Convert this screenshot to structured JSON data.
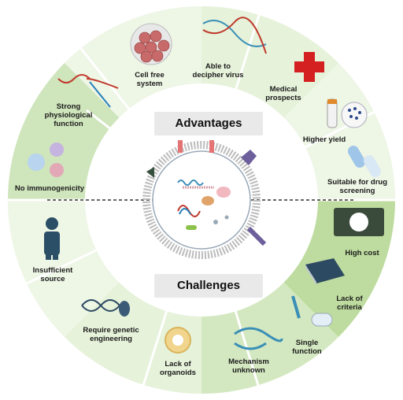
{
  "center": {
    "advantages_title": "Advantages",
    "challenges_title": "Challenges"
  },
  "advantages": [
    {
      "id": "cell-free",
      "label": "Cell free\nsystem"
    },
    {
      "id": "decipher",
      "label": "Able to\ndecipher virus"
    },
    {
      "id": "medical",
      "label": "Medical\nprospects"
    },
    {
      "id": "yield",
      "label": "Higher yield"
    },
    {
      "id": "drug",
      "label": "Suitable for drug\nscreening"
    },
    {
      "id": "physio",
      "label": "Strong\nphysiological\nfunction"
    },
    {
      "id": "immuno",
      "label": "No immunogenicity"
    }
  ],
  "challenges": [
    {
      "id": "cost",
      "label": "High cost"
    },
    {
      "id": "criteria",
      "label": "Lack of\ncriteria"
    },
    {
      "id": "single",
      "label": "Single\nfunction"
    },
    {
      "id": "mechanism",
      "label": "Mechanism\nunknown"
    },
    {
      "id": "organoids",
      "label": "Lack of\norganoids"
    },
    {
      "id": "genetic",
      "label": "Require genetic\nengineering"
    },
    {
      "id": "source",
      "label": "Insufficient\nsource"
    }
  ],
  "colors": {
    "ring_light": "#e8f3dc",
    "ring_mid": "#d3e8c0",
    "ring_dark": "#bcdba1",
    "red_cross": "#d42020",
    "money_green": "#3b4b3b",
    "book_navy": "#2d4a63",
    "person": "#2b4f66"
  }
}
